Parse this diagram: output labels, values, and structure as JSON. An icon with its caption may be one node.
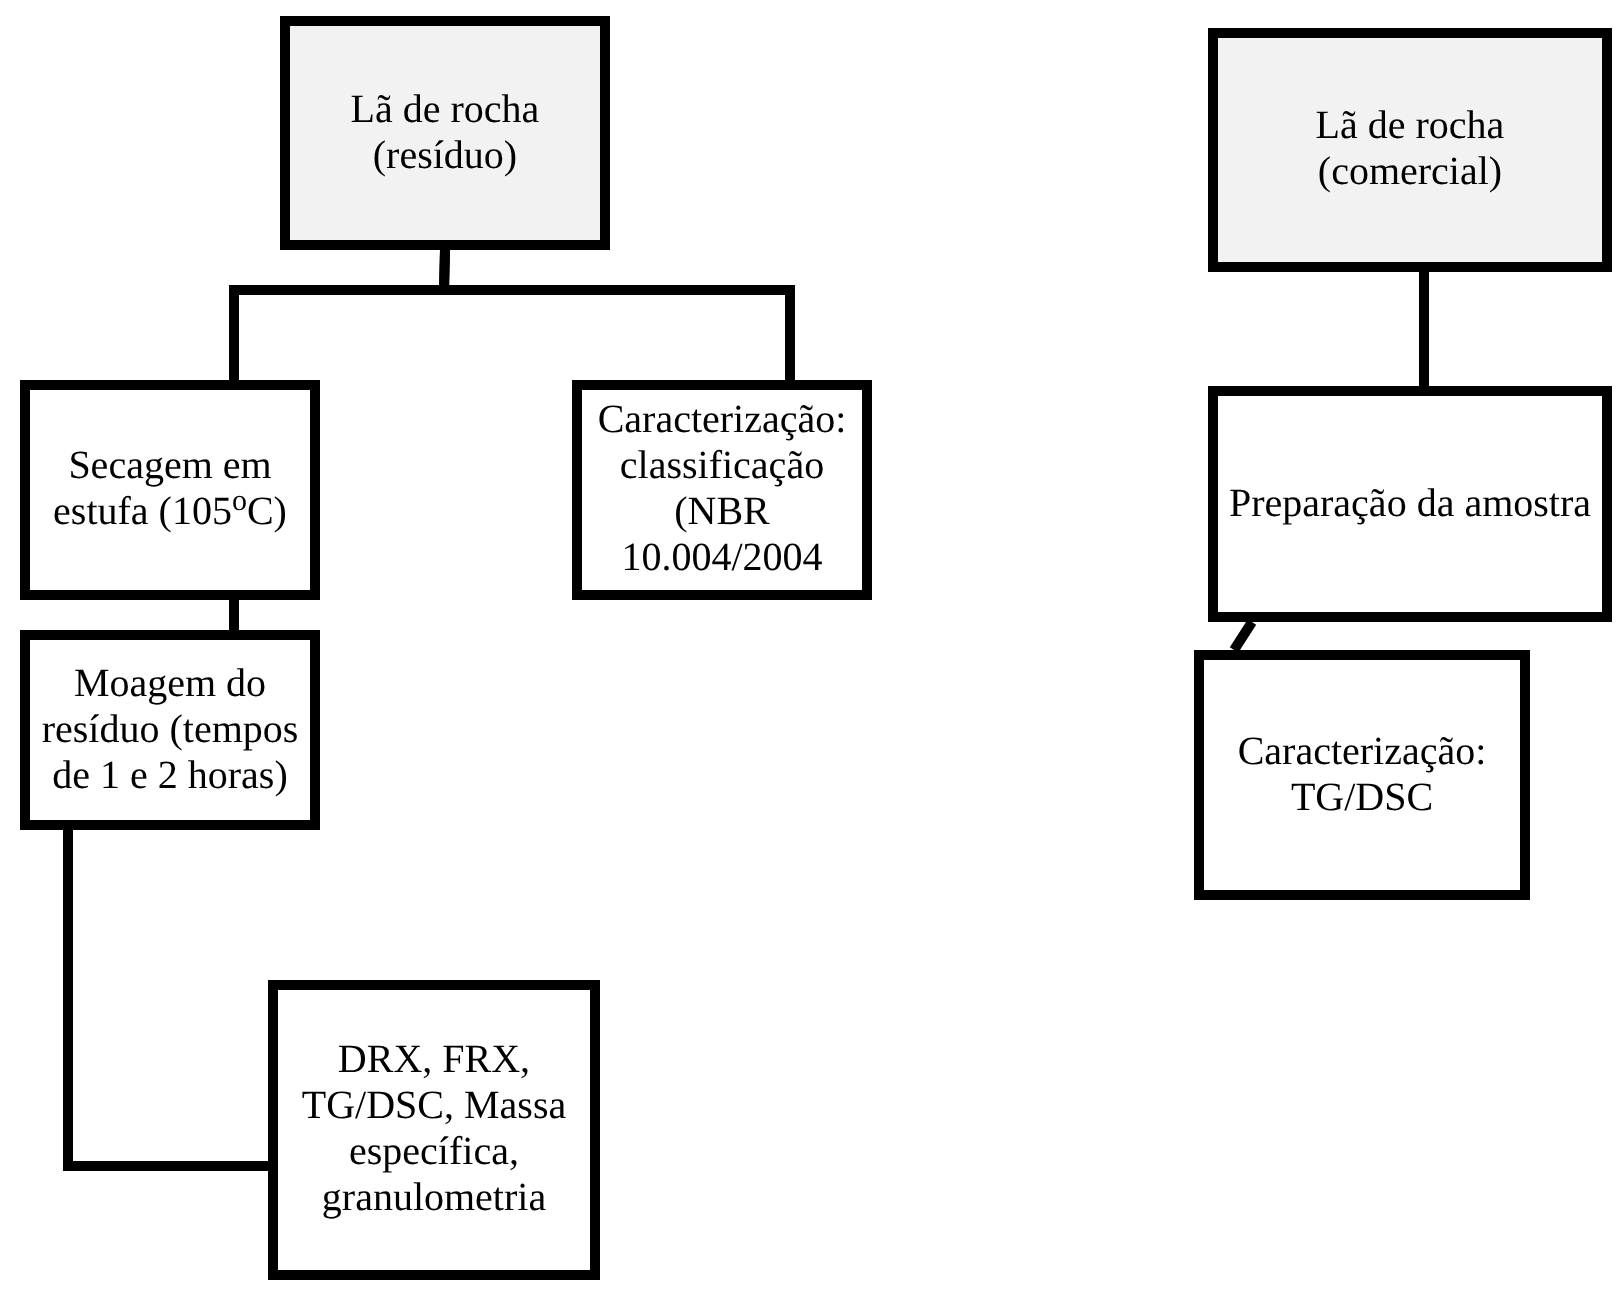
{
  "diagram": {
    "nodes": [
      {
        "text": [
          "Lã de rocha (resíduo)"
        ]
      },
      {
        "text": [
          "Secagem em estufa (105$^{o}$C)"
        ]
      },
      {
        "text": [
          "Caracterização: classificação (NBR 10.004/2004"
        ]
      },
      {
        "text": [
          "Moagem do resíduo (tempos de 1 e 2 horas)"
        ]
      },
      {
        "text": [
          "DRX, FRX, TG/DSC, Massa específica, granulometria"
        ]
      },
      {
        "text": [
          "Lã de rocha (comercial)"
        ]
      },
      {
        "text": [
          "Preparação da amostra"
        ]
      },
      {
        "text": [
          "Caracterização: TG/DSC"
        ]
      }
    ],
    "edges": [
      {
        "from": 0,
        "to": 1,
        "arrow": "none"
      },
      {
        "from": 0,
        "to": 2,
        "arrow": "none"
      },
      {
        "from": 1,
        "to": 3,
        "arrow": "none"
      },
      {
        "from": 3,
        "to": 4,
        "arrow": "none"
      },
      {
        "from": 5,
        "to": 6,
        "arrow": "none"
      },
      {
        "from": 6,
        "to": 7,
        "arrow": "none"
      }
    ]
  }
}
